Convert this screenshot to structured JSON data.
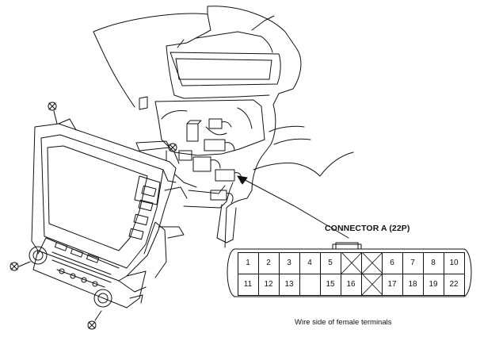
{
  "connector": {
    "title": "CONNECTOR A (22P)",
    "caption": "Wire side of female terminals",
    "pins_row1": [
      "1",
      "2",
      "3",
      "4",
      "5",
      "",
      "",
      "6",
      "7",
      "8",
      "10"
    ],
    "pins_row2": [
      "11",
      "12",
      "13",
      "",
      "15",
      "16",
      "",
      "17",
      "18",
      "19",
      "22"
    ]
  }
}
